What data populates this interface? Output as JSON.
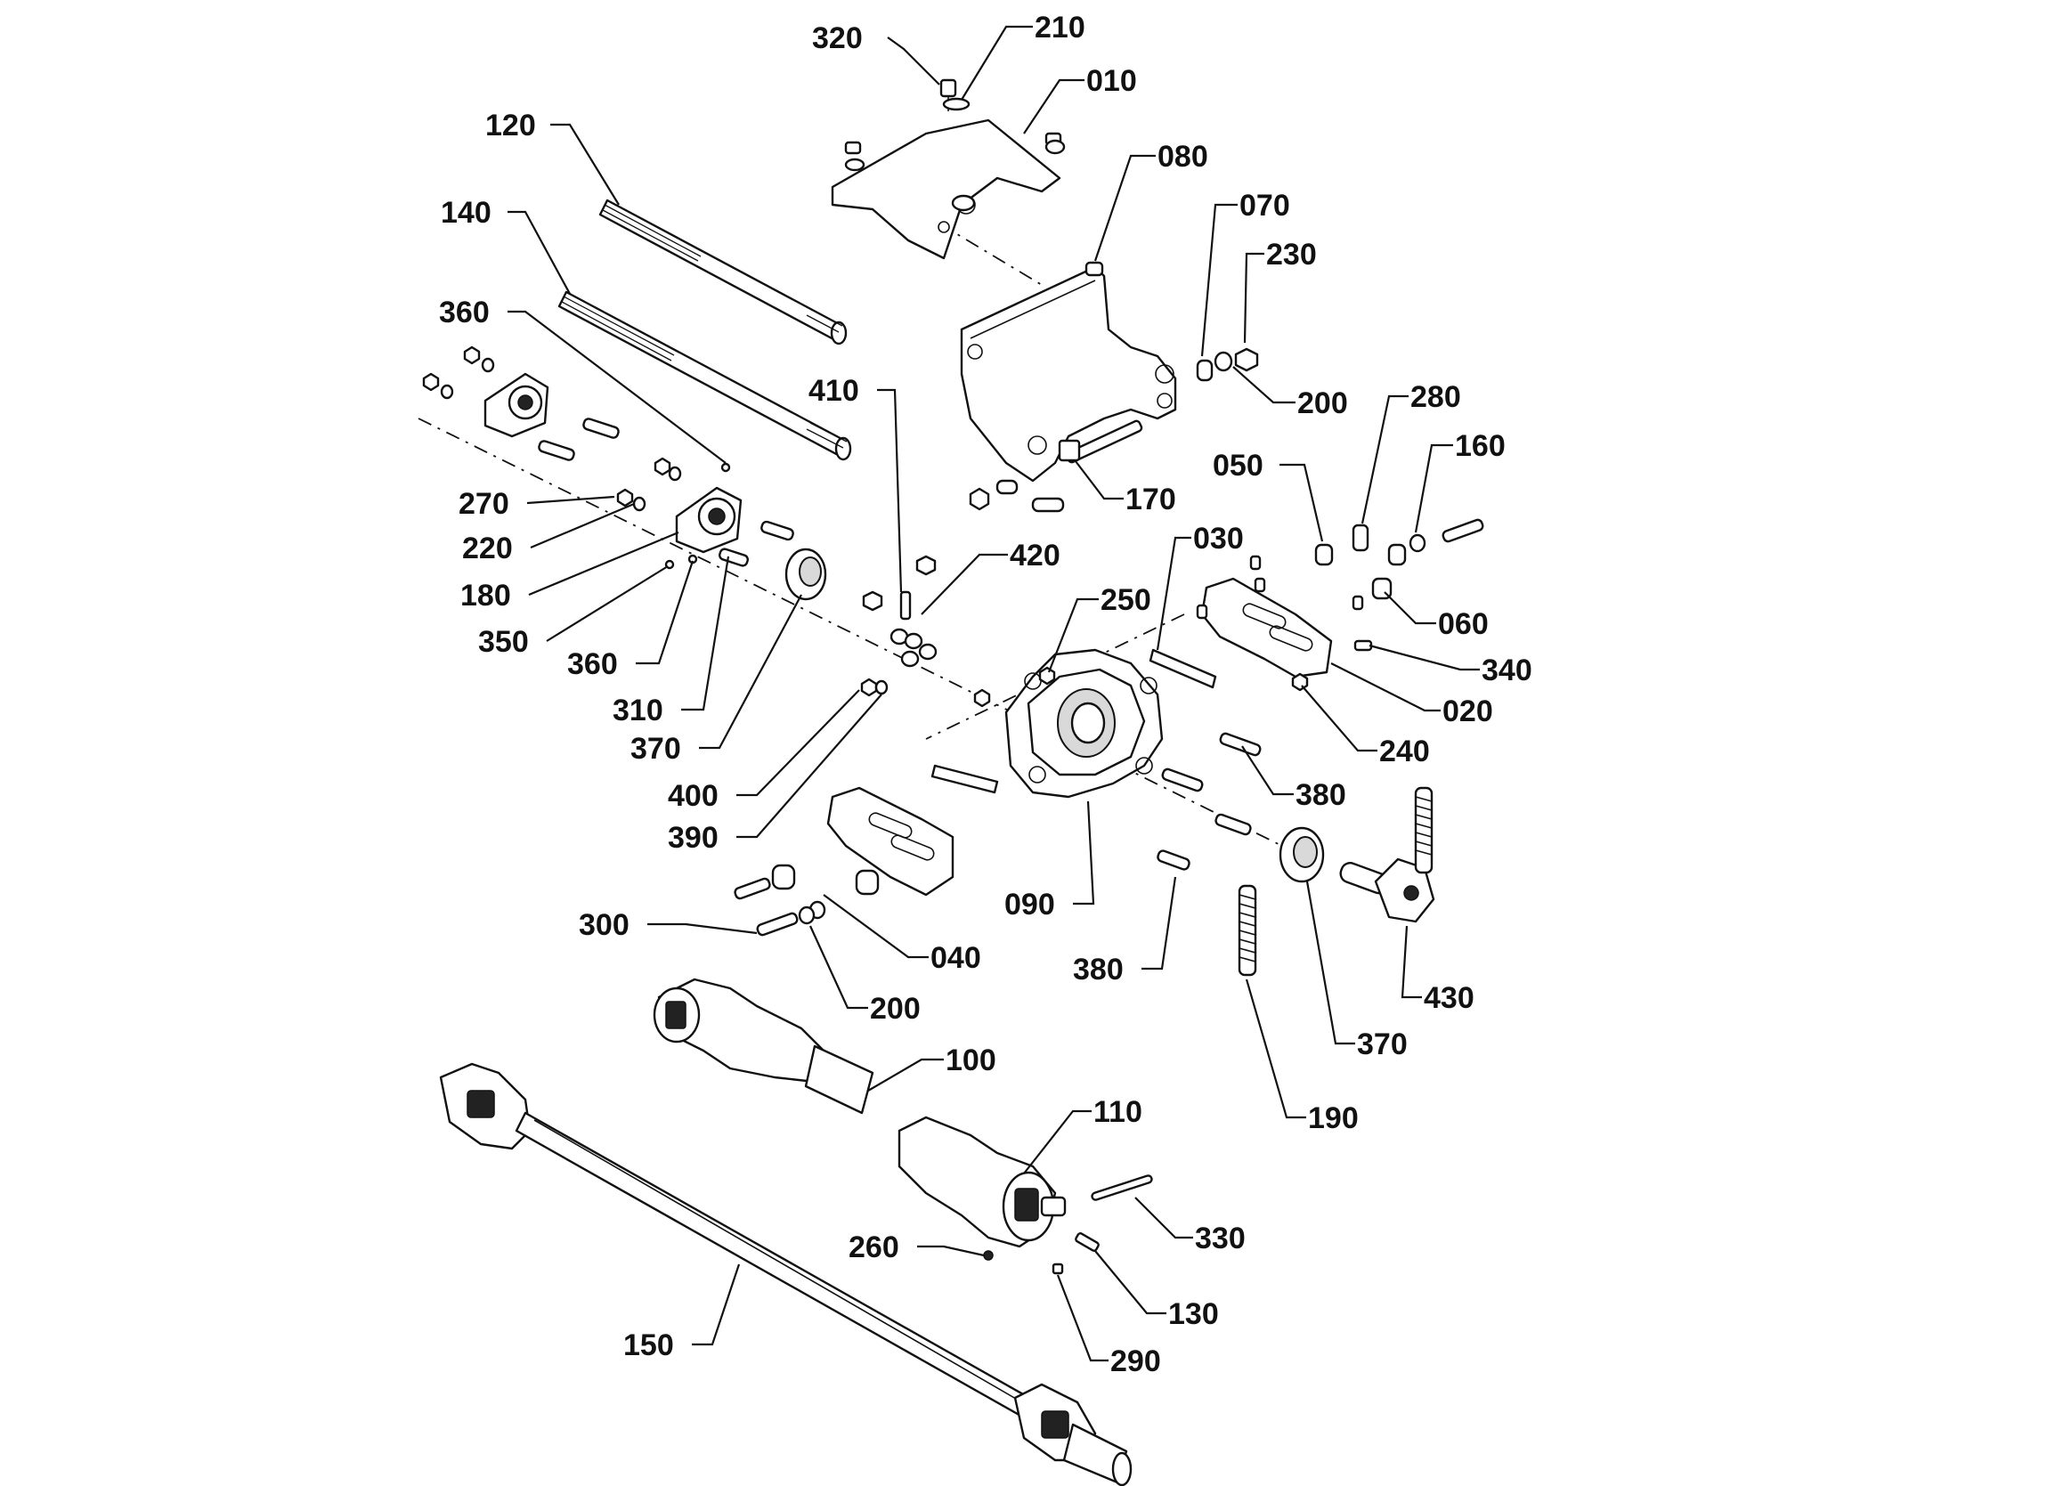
{
  "callouts": [
    {
      "id": "320",
      "label": "320"
    },
    {
      "id": "210",
      "label": "210"
    },
    {
      "id": "010",
      "label": "010"
    },
    {
      "id": "120",
      "label": "120"
    },
    {
      "id": "080",
      "label": "080"
    },
    {
      "id": "070",
      "label": "070"
    },
    {
      "id": "140",
      "label": "140"
    },
    {
      "id": "230",
      "label": "230"
    },
    {
      "id": "360a",
      "label": "360"
    },
    {
      "id": "200a",
      "label": "200"
    },
    {
      "id": "410",
      "label": "410"
    },
    {
      "id": "280",
      "label": "280"
    },
    {
      "id": "160",
      "label": "160"
    },
    {
      "id": "050",
      "label": "050"
    },
    {
      "id": "270",
      "label": "270"
    },
    {
      "id": "170",
      "label": "170"
    },
    {
      "id": "220",
      "label": "220"
    },
    {
      "id": "030",
      "label": "030"
    },
    {
      "id": "420",
      "label": "420"
    },
    {
      "id": "180",
      "label": "180"
    },
    {
      "id": "250",
      "label": "250"
    },
    {
      "id": "060",
      "label": "060"
    },
    {
      "id": "350",
      "label": "350"
    },
    {
      "id": "360b",
      "label": "360"
    },
    {
      "id": "340",
      "label": "340"
    },
    {
      "id": "310",
      "label": "310"
    },
    {
      "id": "020",
      "label": "020"
    },
    {
      "id": "370a",
      "label": "370"
    },
    {
      "id": "240",
      "label": "240"
    },
    {
      "id": "380a",
      "label": "380"
    },
    {
      "id": "400",
      "label": "400"
    },
    {
      "id": "390",
      "label": "390"
    },
    {
      "id": "090",
      "label": "090"
    },
    {
      "id": "300",
      "label": "300"
    },
    {
      "id": "040",
      "label": "040"
    },
    {
      "id": "380b",
      "label": "380"
    },
    {
      "id": "430",
      "label": "430"
    },
    {
      "id": "200b",
      "label": "200"
    },
    {
      "id": "370b",
      "label": "370"
    },
    {
      "id": "100",
      "label": "100"
    },
    {
      "id": "190",
      "label": "190"
    },
    {
      "id": "110",
      "label": "110"
    },
    {
      "id": "330",
      "label": "330"
    },
    {
      "id": "260",
      "label": "260"
    },
    {
      "id": "130",
      "label": "130"
    },
    {
      "id": "150",
      "label": "150"
    },
    {
      "id": "290",
      "label": "290"
    }
  ]
}
